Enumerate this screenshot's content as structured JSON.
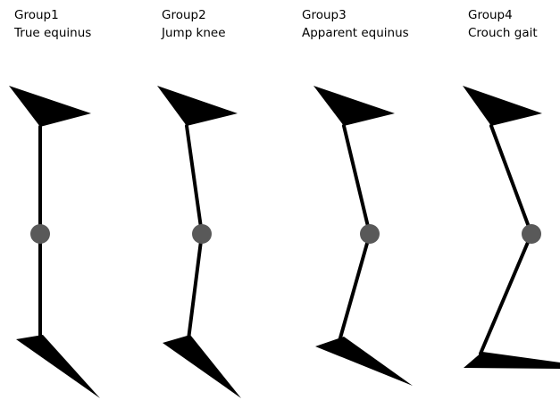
{
  "groups": [
    {
      "name": "Group1",
      "pattern": "True equinus"
    },
    {
      "name": "Group2",
      "pattern": "Jump knee"
    },
    {
      "name": "Group3",
      "pattern": "Apparent equinus"
    },
    {
      "name": "Group4",
      "pattern": "Crouch gait"
    }
  ],
  "colors": {
    "limb": "#000000",
    "knee_joint": "#595959",
    "text": "#000000",
    "background": "#ffffff"
  }
}
